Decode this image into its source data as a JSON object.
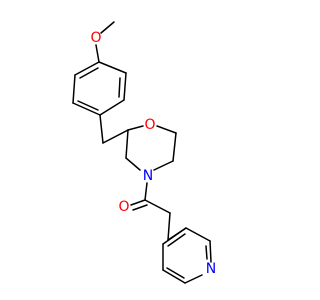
{
  "molecule": {
    "atom_labels": {
      "methoxy_oxygen": "O",
      "morpholine_oxygen": "O",
      "morpholine_nitrogen": "N",
      "carbonyl_oxygen": "O",
      "pyridine_nitrogen": "N"
    },
    "colors": {
      "bond": "#000000",
      "oxygen": "#ff0000",
      "nitrogen": "#0000ff",
      "background": "#ffffff"
    }
  }
}
